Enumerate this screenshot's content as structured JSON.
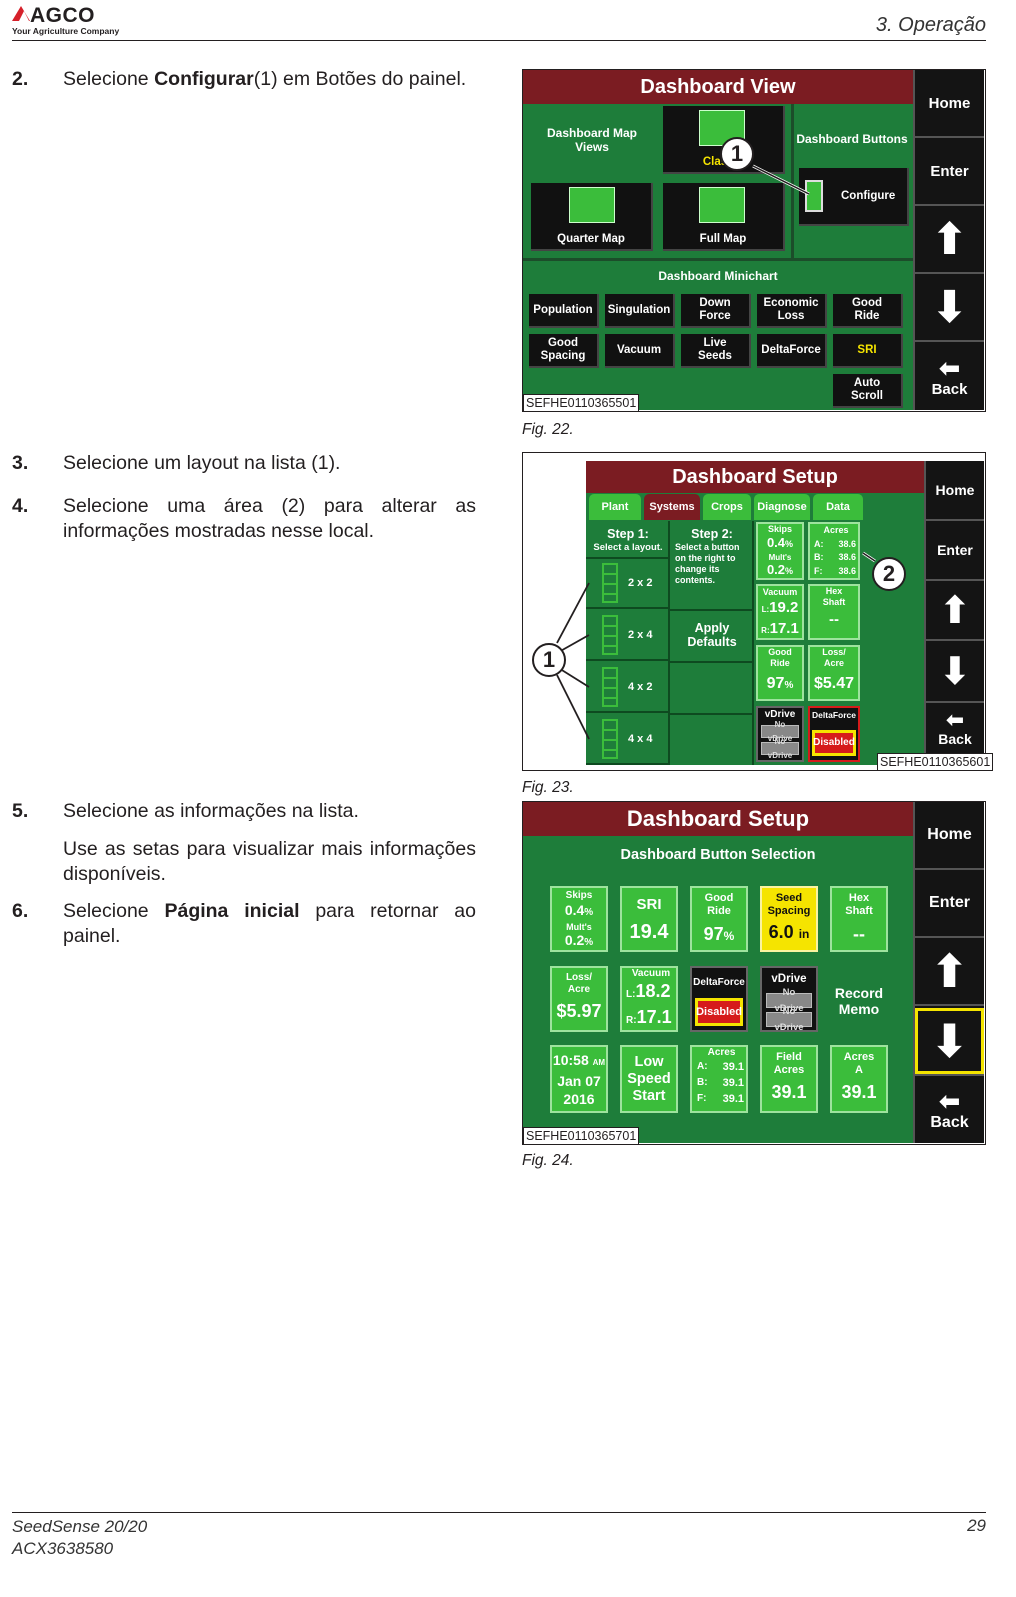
{
  "header": {
    "logo_text": "AGCO",
    "logo_tagline": "Your Agriculture Company",
    "chapter": "3. Operação"
  },
  "steps": [
    {
      "num": "2.",
      "pre": "Selecione ",
      "bold": "Configurar",
      "post": "(1) em Botões do painel."
    },
    {
      "num": "3.",
      "text": "Selecione um layout na lista (1)."
    },
    {
      "num": "4.",
      "text": "Selecione uma área (2) para alterar as informações mostradas nesse local."
    },
    {
      "num": "5.",
      "text": "Selecione as informações na lista."
    },
    {
      "num": "",
      "text": "Use as setas para visualizar mais informações disponíveis."
    },
    {
      "num": "6.",
      "pre": "Selecione ",
      "bold": "Página inicial",
      "post": " para retornar ao painel."
    }
  ],
  "side_buttons": {
    "home": "Home",
    "enter": "Enter",
    "back": "Back",
    "up": "⬆",
    "down": "⬇",
    "back_arrow": "⬅"
  },
  "fig22": {
    "caption": "Fig. 22.",
    "title": "Dashboard View",
    "map_views_label": "Dashboard Map Views",
    "classic": "Classic",
    "quarter_map": "Quarter Map",
    "full_map": "Full Map",
    "buttons_label": "Dashboard Buttons",
    "configure": "Configure",
    "minichart_label": "Dashboard Minichart",
    "minichart_buttons": [
      "Population",
      "Singulation",
      "Down Force",
      "Economic Loss",
      "Good Ride",
      "Good Spacing",
      "Vacuum",
      "Live Seeds",
      "DeltaForce",
      "SRI",
      "Auto Scroll"
    ],
    "code": "SEFHE0110365501",
    "callout": "1"
  },
  "fig23": {
    "caption": "Fig. 23.",
    "title": "Dashboard Setup",
    "tabs": [
      "Plant",
      "Systems",
      "Crops",
      "Diagnose",
      "Data"
    ],
    "step1_title": "Step 1:",
    "step1_sub": "Select a layout.",
    "step2_title": "Step 2:",
    "step2_sub": "Select a button on the right to change its contents.",
    "layouts": [
      "2 x 2",
      "2 x 4",
      "4 x 2",
      "4 x 4"
    ],
    "apply": "Apply Defaults",
    "t_skips": "Skips",
    "t_skips_v": "0.4",
    "t_mults": "Mult's",
    "t_mults_v": "0.2",
    "pct": "%",
    "t_acres": "Acres",
    "t_acres_a": "A:",
    "t_acres_b": "B:",
    "t_acres_f": "F:",
    "t_acres_v1": "38.6",
    "t_acres_v2": "38.6",
    "t_acres_v3": "38.6",
    "t_vac": "Vacuum",
    "t_vac_l": "L:",
    "t_vac_lv": "19.2",
    "t_vac_r": "R:",
    "t_vac_rv": "17.1",
    "t_hex": "Hex Shaft",
    "t_hex_v": "--",
    "t_ride": "Good Ride",
    "t_ride_v": "97",
    "t_loss": "Loss/ Acre",
    "t_loss_v": "$5.47",
    "t_vdrive": "vDrive",
    "t_novd": "No vDrive",
    "t_delta": "DeltaForce",
    "t_disabled": "Disabled",
    "code": "SEFHE0110365601",
    "callout1": "1",
    "callout2": "2"
  },
  "fig24": {
    "caption": "Fig. 24.",
    "title": "Dashboard Setup",
    "subtitle": "Dashboard Button Selection",
    "skips": "Skips",
    "skips_v": "0.4",
    "mults": "Mult's",
    "mults_v": "0.2",
    "pct": "%",
    "sri": "SRI",
    "sri_v": "19.4",
    "ride": "Good Ride",
    "ride_v": "97",
    "seed": "Seed Spacing",
    "seed_v": "6.0",
    "seed_u": "in",
    "hex": "Hex Shaft",
    "hex_v": "--",
    "loss": "Loss/ Acre",
    "loss_v": "$5.97",
    "vac": "Vacuum",
    "vac_l": "L:",
    "vac_lv": "18.2",
    "vac_r": "R:",
    "vac_rv": "17.1",
    "delta": "DeltaForce",
    "disabled": "Disabled",
    "vdrive": "vDrive",
    "novd": "No vDrive",
    "memo": "Record Memo",
    "time": "10:58",
    "ampm": "AM",
    "date": "Jan 07",
    "year": "2016",
    "low": "Low Speed Start",
    "acres": "Acres",
    "acres_a": "A:",
    "acres_b": "B:",
    "acres_f": "F:",
    "acres_v": "39.1",
    "field": "Field Acres",
    "field_v": "39.1",
    "acresA": "Acres A",
    "acresA_v": "39.1",
    "code": "SEFHE0110365701"
  },
  "footer": {
    "product": "SeedSense 20/20",
    "code": "ACX3638580",
    "page": "29"
  }
}
